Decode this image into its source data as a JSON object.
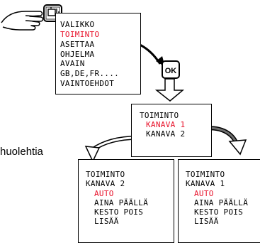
{
  "colors": {
    "highlight": "#e8132b",
    "ink": "#000000",
    "arrow_fill": "#ffffff",
    "curve_arrow": "#6f6f6f"
  },
  "icons": {
    "hand": "pointing-hand-icon",
    "menu_button": "menu-button-icon",
    "ok": "ok-button"
  },
  "main_menu": {
    "items": [
      "VALIKKO",
      "TOIMINTO",
      "ASETTAA",
      "OHJELMA",
      "AVAIN",
      "GB,DE,FR....",
      "VAINTOEHDOT"
    ],
    "highlight_index": 1
  },
  "ok_label": "OK",
  "function_menu": {
    "items": [
      "TOIMINTO",
      "KANAVA 1",
      "KANAVA 2"
    ],
    "highlight_index": 1
  },
  "side_label": "huolehtia",
  "channel2_menu": {
    "items": [
      "TOIMINTO",
      "KANAVA 2",
      "AUTO",
      "AINA PÄÄLLÄ",
      "KESTO POIS",
      "LISÄÄ"
    ],
    "highlight_index": 2
  },
  "channel1_menu": {
    "items": [
      "TOIMINTO",
      "KANAVA 1",
      "AUTO",
      "AINA PÄÄLLÄ",
      "KESTO POIS",
      "LISÄÄ"
    ],
    "highlight_index": 2
  }
}
